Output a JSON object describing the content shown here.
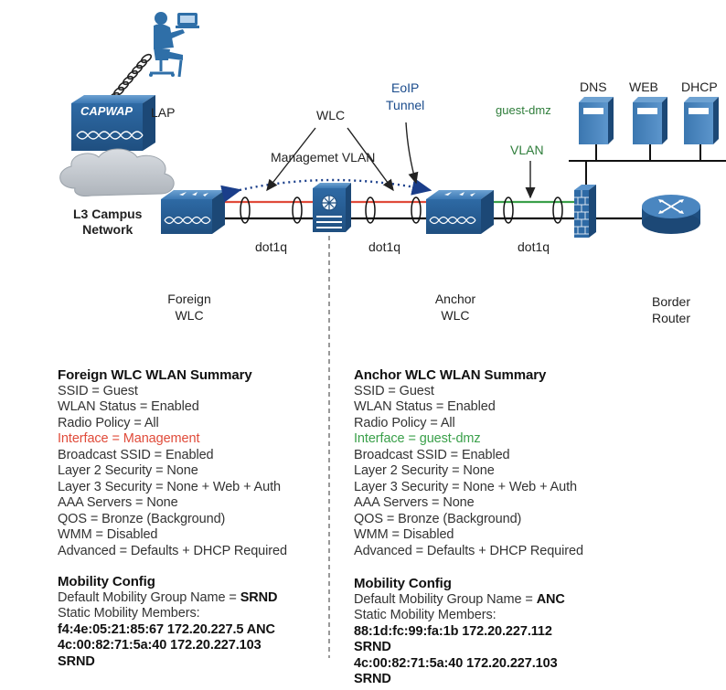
{
  "labels": {
    "lap": "LAP",
    "capwap": "CAPWAP",
    "campus": "L3 Campus\nNetwork",
    "wlc": "WLC",
    "eoip": "EoIP",
    "tunnel": "Tunnel",
    "guest_dmz": "guest-dmz",
    "vlan": "VLAN",
    "mgmt_vlan": "Managemet VLAN",
    "dns": "DNS",
    "web": "WEB",
    "dhcp": "DHCP",
    "dot1q_1": "dot1q",
    "dot1q_2": "dot1q",
    "dot1q_3": "dot1q",
    "foreign_wlc": "Foreign\nWLC",
    "anchor_wlc": "Anchor\nWLC",
    "border_router": "Border\nRouter"
  },
  "foreign": {
    "title": "Foreign WLC WLAN Summary",
    "lines": [
      "SSID = Guest",
      "WLAN Status = Enabled",
      "Radio Policy = All",
      "Interface = Management",
      "Broadcast SSID = Enabled",
      "Layer 2 Security = None",
      "Layer 3 Security = None + Web + Auth",
      "AAA Servers = None",
      "QOS = Bronze (Background)",
      "WMM = Disabled",
      "Advanced = Defaults + DHCP Required"
    ],
    "mobility_title": "Mobility Config",
    "mobility_group_label": "Default Mobility Group Name = ",
    "mobility_group_value": "SRND",
    "static_members": "Static Mobility Members:",
    "member1": "f4:4e:05:21:85:67 172.20.227.5  ANC",
    "member2": "4c:00:82:71:5a:40 172.20.227.103",
    "member2_group": "SRND"
  },
  "anchor": {
    "title": "Anchor WLC WLAN  Summary",
    "lines": [
      "SSID = Guest",
      "WLAN Status = Enabled",
      "Radio Policy = All",
      "Interface = guest-dmz",
      "Broadcast SSID = Enabled",
      "Layer 2 Security = None",
      "Layer 3 Security = None + Web + Auth",
      "AAA Servers = None",
      "QOS = Bronze (Background)",
      "WMM = Disabled",
      "Advanced = Defaults + DHCP Required"
    ],
    "mobility_title": "Mobility Config",
    "mobility_group_label": "Default Mobility Group Name = ",
    "mobility_group_value": "ANC",
    "static_members": "Static Mobility Members:",
    "member1": "88:1d:fc:99:fa:1b  172.20.227.112",
    "member1_group": "SRND",
    "member2": "4c:00:82:71:5a:40 172.20.227.103",
    "member2_group": "SRND"
  },
  "colors": {
    "device_blue": "#2f6fa8",
    "mgmt_red": "#e04b3a",
    "dmz_green": "#3aa04a",
    "tunnel_blue": "#1a3e8a"
  }
}
